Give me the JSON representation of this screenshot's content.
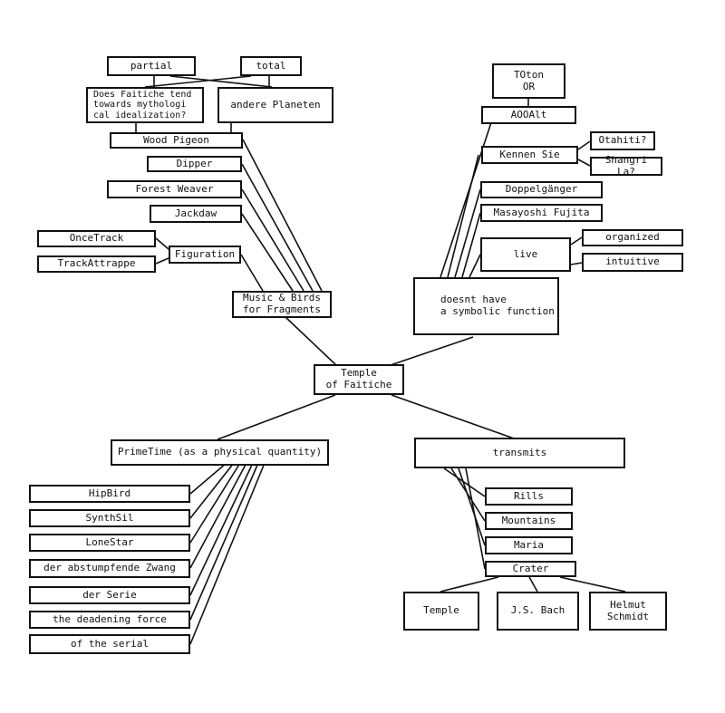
{
  "nodes": {
    "partial": "partial",
    "total": "total",
    "faitiche_question": "Does Faitiche tend\ntowards mythologi\ncal idealization?",
    "andere_planeten": "andere  Planeten",
    "wood_pigeon": "Wood Pigeon",
    "dipper": "Dipper",
    "forest_weaver": "Forest Weaver",
    "jackdaw": "Jackdaw",
    "oncetrack": "OnceTrack",
    "trackattrappe": "TrackAttrappe",
    "figuration": "Figuration",
    "music_birds": "Music & Birds\nfor Fragments",
    "toton": "TOton\nOR",
    "aooalt": "AOOAlt",
    "kennen_sie": "Kennen Sie",
    "otahiti": "Otahiti?",
    "shangri_la": "Shangri La?",
    "doppelganger": "Doppelgänger",
    "masayoshi": "Masayoshi Fujita",
    "live": "live",
    "organized": "organized",
    "intuitive": "intuitive",
    "symbolic": "doesnt have\na symbolic function",
    "temple_faitiche": "Temple\nof Faitiche",
    "primetime": "PrimeTime (as a physical quantity)",
    "hipbird": "HipBird",
    "synthsil": "SynthSil",
    "lonestar": "LoneStar",
    "zwang": "der abstumpfende Zwang",
    "serie": "der Serie",
    "deadening": "the deadening force",
    "serial": "of the serial",
    "transmits": "transmits",
    "rills": "Rills",
    "mountains": "Mountains",
    "maria": "Maria",
    "crater": "Crater",
    "temple": "Temple",
    "bach": "J.S. Bach",
    "helmut": "Helmut\nSchmidt"
  }
}
